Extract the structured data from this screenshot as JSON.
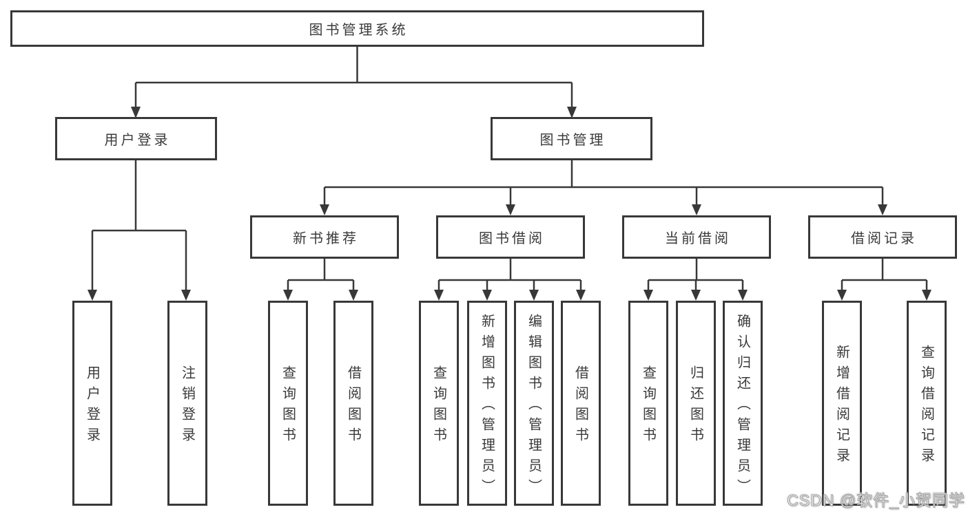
{
  "diagram": {
    "root": {
      "label": "图书管理系统"
    },
    "level2": [
      {
        "label": "用户登录"
      },
      {
        "label": "图书管理"
      }
    ],
    "level3": [
      {
        "label": "新书推荐"
      },
      {
        "label": "图书借阅"
      },
      {
        "label": "当前借阅"
      },
      {
        "label": "借阅记录"
      }
    ],
    "leaves": {
      "user_login": [
        "用户登录",
        "注销登录"
      ],
      "new_books": [
        "查询图书",
        "借阅图书"
      ],
      "book_borrow": [
        "查询图书",
        "新增图书（管理员）",
        "编辑图书（管理员）",
        "借阅图书"
      ],
      "current_borrow": [
        "查询图书",
        "归还图书",
        "确认归还（管理员）"
      ],
      "borrow_records": [
        "新增借阅记录",
        "查询借阅记录"
      ]
    }
  },
  "watermark": {
    "text": "CSDN @软件_小贺同学"
  },
  "colors": {
    "line": "#383838",
    "text": "#3a3a3a",
    "background": "#ffffff"
  }
}
